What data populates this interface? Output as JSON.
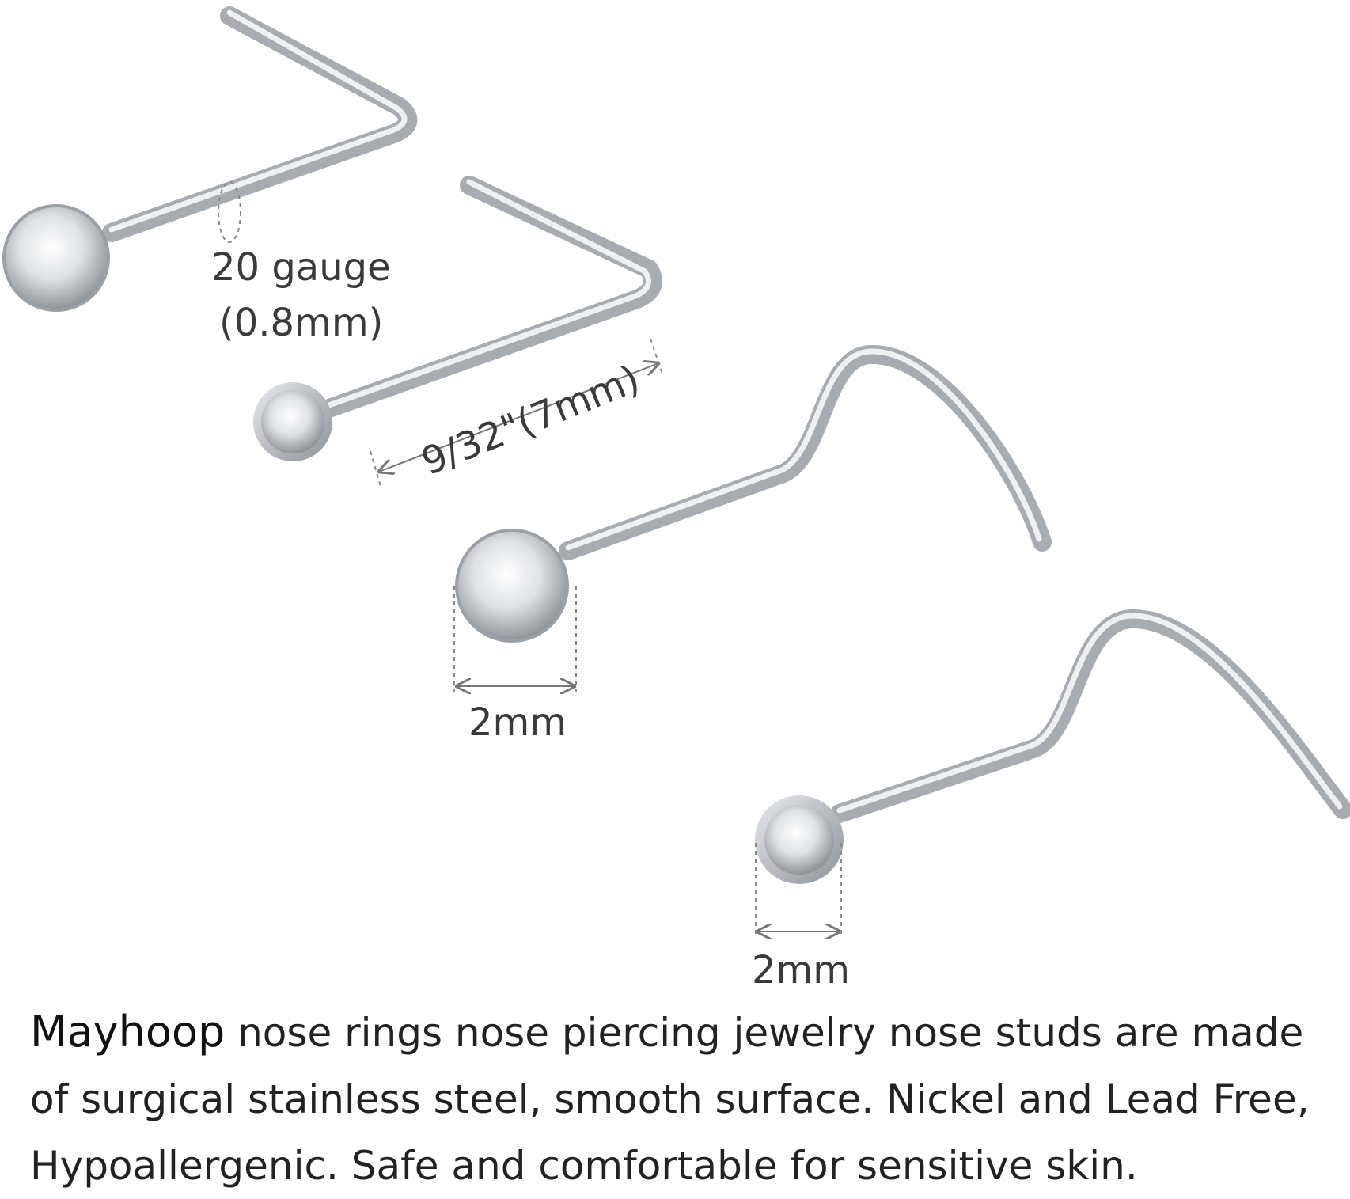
{
  "labels": {
    "gauge": "20 gauge",
    "gauge_mm": "(0.8mm)",
    "length": "9/32\"(7mm)",
    "gem_size_1": "2mm",
    "gem_size_2": "2mm"
  },
  "description": {
    "brand": "Mayhoop",
    "text": " nose rings nose piercing jewelry nose studs are made of surgical stainless steel, smooth surface. Nickel and Lead Free, Hypoallergenic. Safe and comfortable for sensitive skin."
  }
}
